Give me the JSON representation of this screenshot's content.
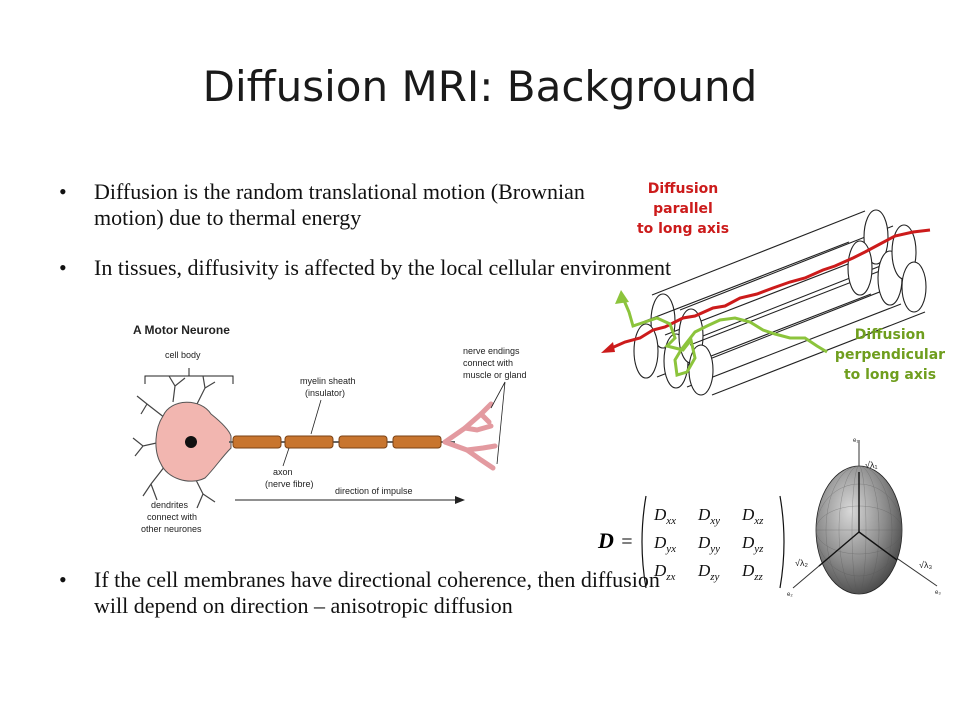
{
  "title": "Diffusion MRI: Background",
  "bullet_symbol": "•",
  "bullets": [
    "Diffusion is the random translational motion (Brownian motion) due to thermal energy",
    "In tissues, diffusivity is affected by the local cellular environment",
    "If the cell membranes have directional coherence, then diffusion will depend on direction – anisotropic diffusion"
  ],
  "fiber_labels": {
    "parallel": "Diffusion\nparallel\nto long axis",
    "perpendicular": "Diffusion\nperpendicular\nto long axis",
    "parallel_color": "#cc1b1b",
    "perpendicular_color": "#7ab52a"
  },
  "neuron": {
    "title": "A Motor Neurone",
    "cell_body": "cell body",
    "myelin_1": "myelin sheath",
    "myelin_2": "(insulator)",
    "nerve_1": "nerve endings",
    "nerve_2": "connect with",
    "nerve_3": "muscle or gland",
    "axon_1": "axon",
    "axon_2": "(nerve fibre)",
    "direction": "direction of impulse",
    "dendrites_1": "dendrites",
    "dendrites_2": "connect with",
    "dendrites_3": "other neurones",
    "cell_color": "#f2b6b0",
    "myelin_color": "#c8752e"
  },
  "tensor": {
    "symbol": "D",
    "equals": "=",
    "rows": [
      [
        "D",
        "D",
        "D"
      ],
      [
        "D",
        "D",
        "D"
      ],
      [
        "D",
        "D",
        "D"
      ]
    ],
    "subs": [
      [
        "xx",
        "xy",
        "xz"
      ],
      [
        "yx",
        "yy",
        "yz"
      ],
      [
        "zx",
        "zy",
        "zz"
      ]
    ]
  },
  "ellipsoid": {
    "axis_labels": [
      "√λ₁",
      "√λ₂",
      "√λ₃"
    ],
    "edge_labels": [
      "e₁",
      "e₂",
      "e₃"
    ]
  }
}
